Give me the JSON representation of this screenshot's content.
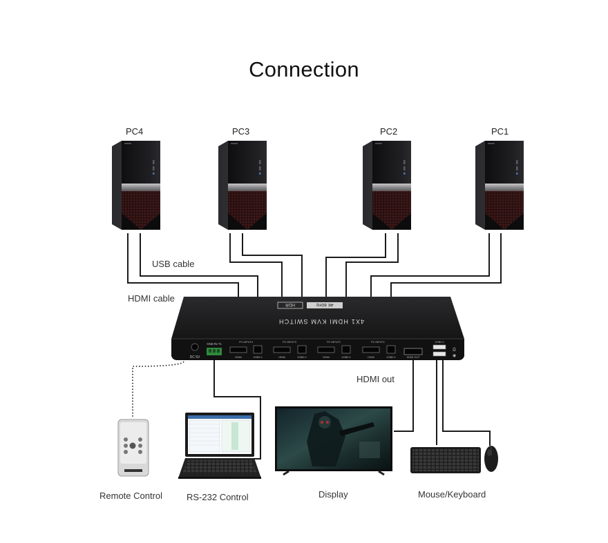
{
  "title": "Connection",
  "computers": [
    {
      "id": "pc4",
      "label": "PC4"
    },
    {
      "id": "pc3",
      "label": "PC3"
    },
    {
      "id": "pc2",
      "label": "PC2"
    },
    {
      "id": "pc1",
      "label": "PC1"
    }
  ],
  "cable_labels": {
    "usb": "USB cable",
    "hdmi": "HDMI cable",
    "hdmi_out": "HDMI out"
  },
  "device": {
    "name": "4X1 HDMI KVM SWITCH",
    "badge_hdr": "HDR",
    "badge_4k": "4K 60Hz",
    "port_dc": "DC 5V",
    "port_rs232": "GND Rx Tx",
    "port_hdmi": "HDMI",
    "port_usb": "USB2.0",
    "port_hdmi_out": "HDMI OUT",
    "port_usb_top": "USB2.0",
    "inputs": [
      "PC INPUT4",
      "PC INPUT3",
      "PC INPUT2",
      "PC INPUT1"
    ]
  },
  "peripherals": {
    "remote": "Remote Control",
    "rs232": "RS-232 Control",
    "display": "Display",
    "mouse_keyboard": "Mouse/Keyboard"
  },
  "colors": {
    "case": "#1b1b1d",
    "case_band": "#9a9a9c",
    "accent_red": "#4a1414",
    "cable": "#1a1a1a",
    "switch": "#161616"
  }
}
